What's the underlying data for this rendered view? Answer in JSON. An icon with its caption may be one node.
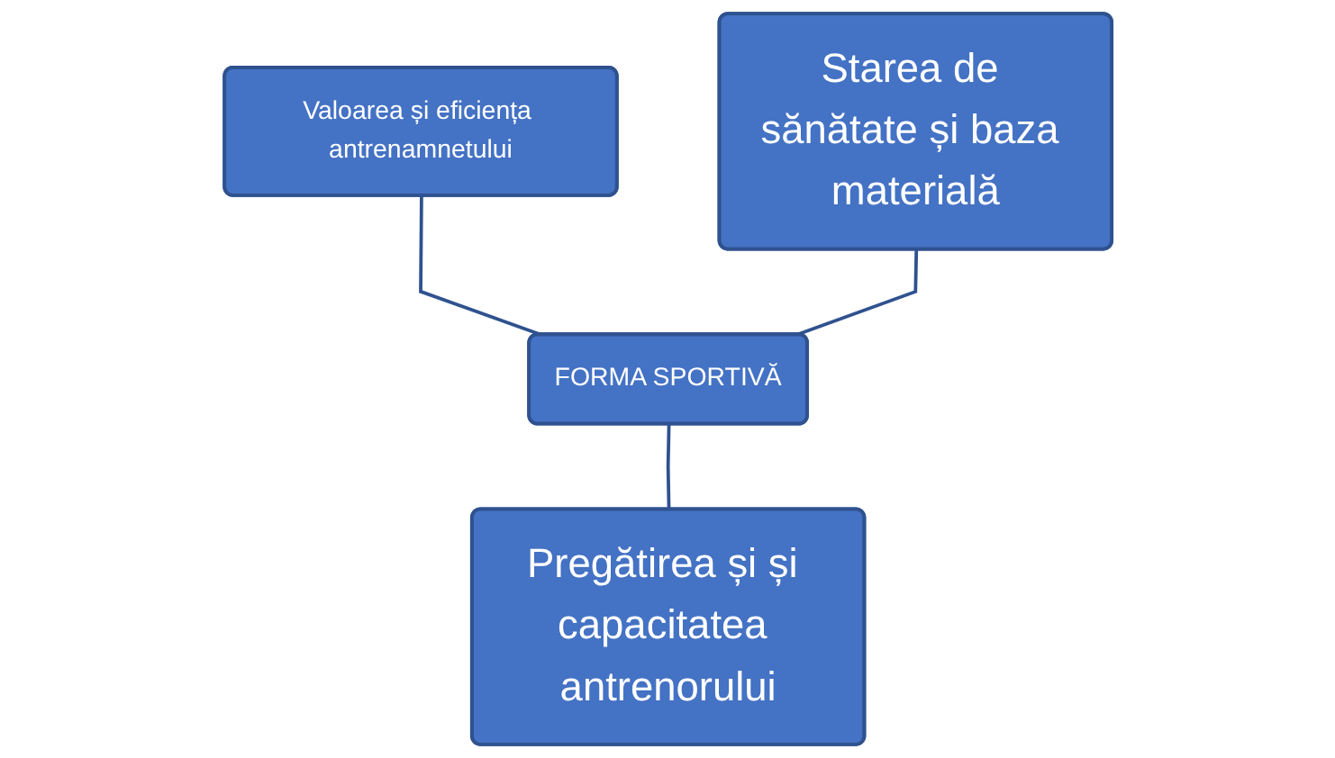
{
  "diagram": {
    "nodes": [
      {
        "text": [
          "Valoarea și eficiența antrenamnetului"
        ]
      },
      {
        "text": [
          "FORMA SPORTIVĂ"
        ]
      },
      {
        "text": [
          "Starea de sănătate și baza materială"
        ]
      },
      {
        "text": [
          "Pregătirea și și capacitatea antrenorului"
        ]
      }
    ],
    "edges": [
      {
        "from": 0,
        "to": 1,
        "arrow": "none"
      },
      {
        "from": 2,
        "to": 1,
        "arrow": "none"
      },
      {
        "from": 1,
        "to": 3,
        "arrow": "none"
      }
    ]
  }
}
